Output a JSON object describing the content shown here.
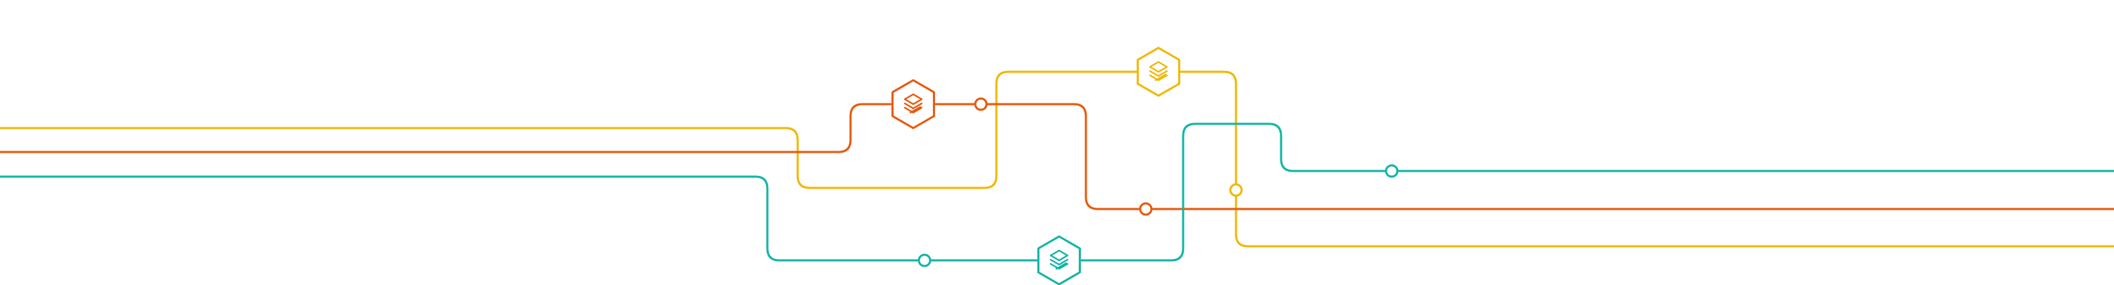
{
  "diagram": {
    "background": "#ffffff",
    "routes": [
      {
        "name": "yellow-route",
        "color": "#F2B705"
      },
      {
        "name": "orange-route",
        "color": "#E8590C"
      },
      {
        "name": "teal-route",
        "color": "#12B5A6"
      }
    ],
    "hub_icon": "stacked-layers-hexagon-icon",
    "junction_icon": "circle-node-icon"
  }
}
